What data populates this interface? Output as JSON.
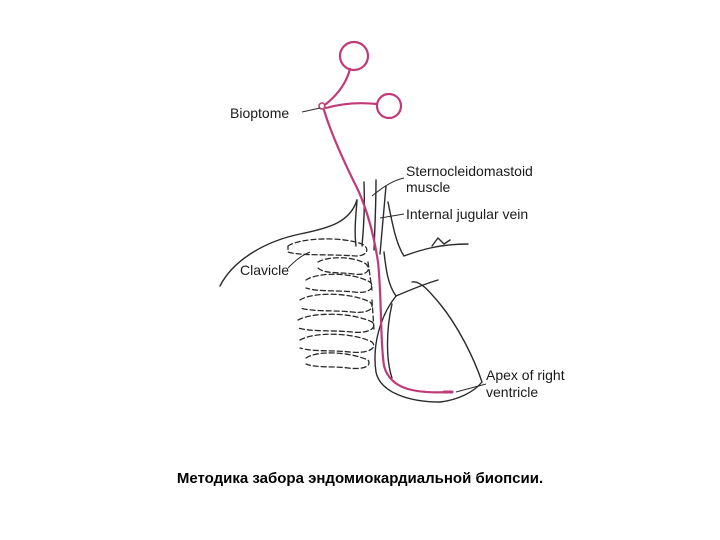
{
  "labels": {
    "bioptome": "Bioptome",
    "scm_line1": "Sternocleidomastoid",
    "scm_line2": "muscle",
    "jugular": "Internal jugular vein",
    "clavicle": "Clavicle",
    "apex_line1": "Apex of right",
    "apex_line2": "ventricle"
  },
  "caption": "Методика забора эндомиокардиальной биопсии.",
  "colors": {
    "bioptome": "#c03a78",
    "outline": "#2a2a2a"
  }
}
